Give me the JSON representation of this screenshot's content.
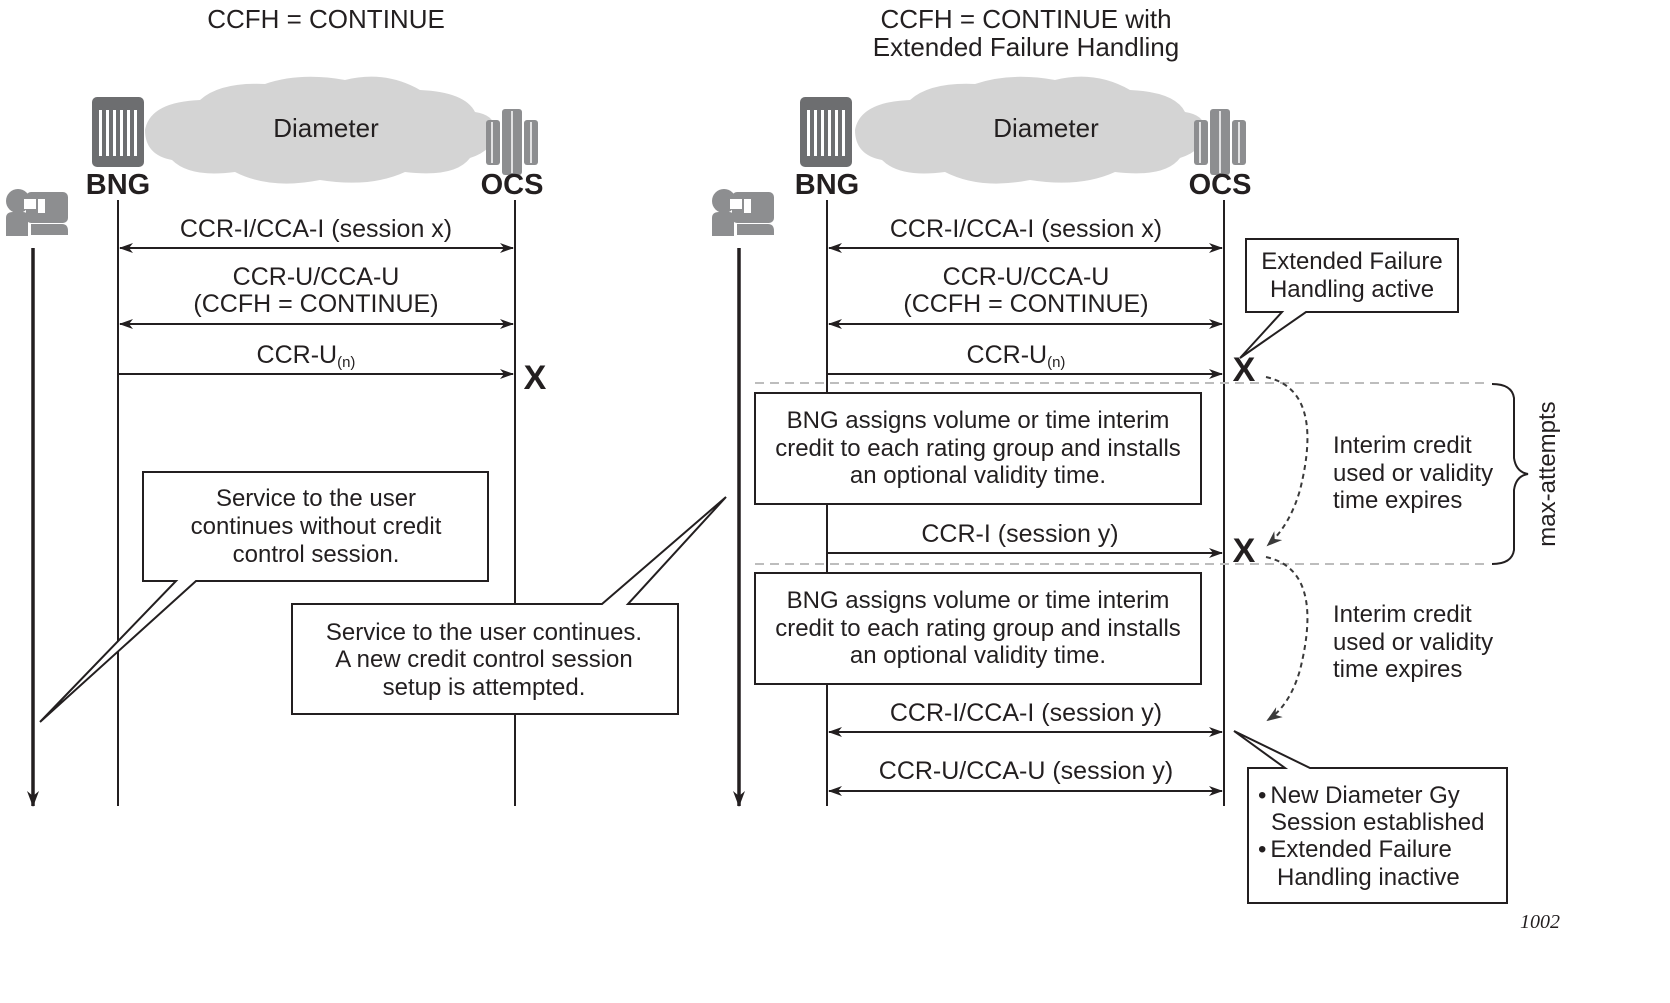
{
  "figure_number": "1002",
  "left_panel": {
    "title": "CCFH = CONTINUE",
    "cloud_label": "Diameter",
    "node_left": "BNG",
    "node_right": "OCS",
    "messages": [
      {
        "label": "CCR-I/CCA-I (session x)",
        "direction": "bidirectional"
      },
      {
        "label_line1": "CCR-U/CCA-U",
        "label_line2": "(CCFH = CONTINUE)",
        "direction": "bidirectional"
      },
      {
        "label": "CCR-U",
        "subscript": "(n)",
        "direction": "to-ocs",
        "result": "X"
      }
    ],
    "callout_1": [
      "Service to the user",
      "continues without credit",
      "control session."
    ],
    "callout_2": [
      "Service to the user continues.",
      "A new credit control session",
      "setup is attempted."
    ]
  },
  "right_panel": {
    "title_line1": "CCFH = CONTINUE with",
    "title_line2": "Extended Failure Handling",
    "cloud_label": "Diameter",
    "node_left": "BNG",
    "node_right": "OCS",
    "messages": [
      {
        "label": "CCR-I/CCA-I (session x)",
        "direction": "bidirectional"
      },
      {
        "label_line1": "CCR-U/CCA-U",
        "label_line2": "(CCFH = CONTINUE)",
        "direction": "bidirectional"
      },
      {
        "label": "CCR-U",
        "subscript": "(n)",
        "direction": "to-ocs",
        "result": "X"
      },
      {
        "label": "CCR-I (session y)",
        "direction": "to-ocs",
        "result": "X"
      },
      {
        "label": "CCR-I/CCA-I (session y)",
        "direction": "bidirectional"
      },
      {
        "label": "CCR-U/CCA-U (session y)",
        "direction": "bidirectional"
      }
    ],
    "x_mark": "X",
    "efh_active_callout": [
      "Extended Failure",
      "Handling active"
    ],
    "interim_box": [
      "BNG assigns volume or time interim",
      "credit to each rating group and installs",
      "an optional validity time."
    ],
    "interim_note": [
      "Interim credit",
      "used or validity",
      "time expires"
    ],
    "bracket_label": "max-attempts",
    "final_callout": [
      {
        "bullet": "•",
        "line1": "New Diameter Gy",
        "line2": "Session established"
      },
      {
        "bullet": "•",
        "line1": "Extended Failure",
        "line2": "Handling inactive"
      }
    ]
  },
  "icons": {
    "subscriber": "subscriber-icon",
    "bng": "bng-router-icon",
    "ocs": "ocs-server-icon",
    "cloud": "diameter-cloud-icon"
  }
}
